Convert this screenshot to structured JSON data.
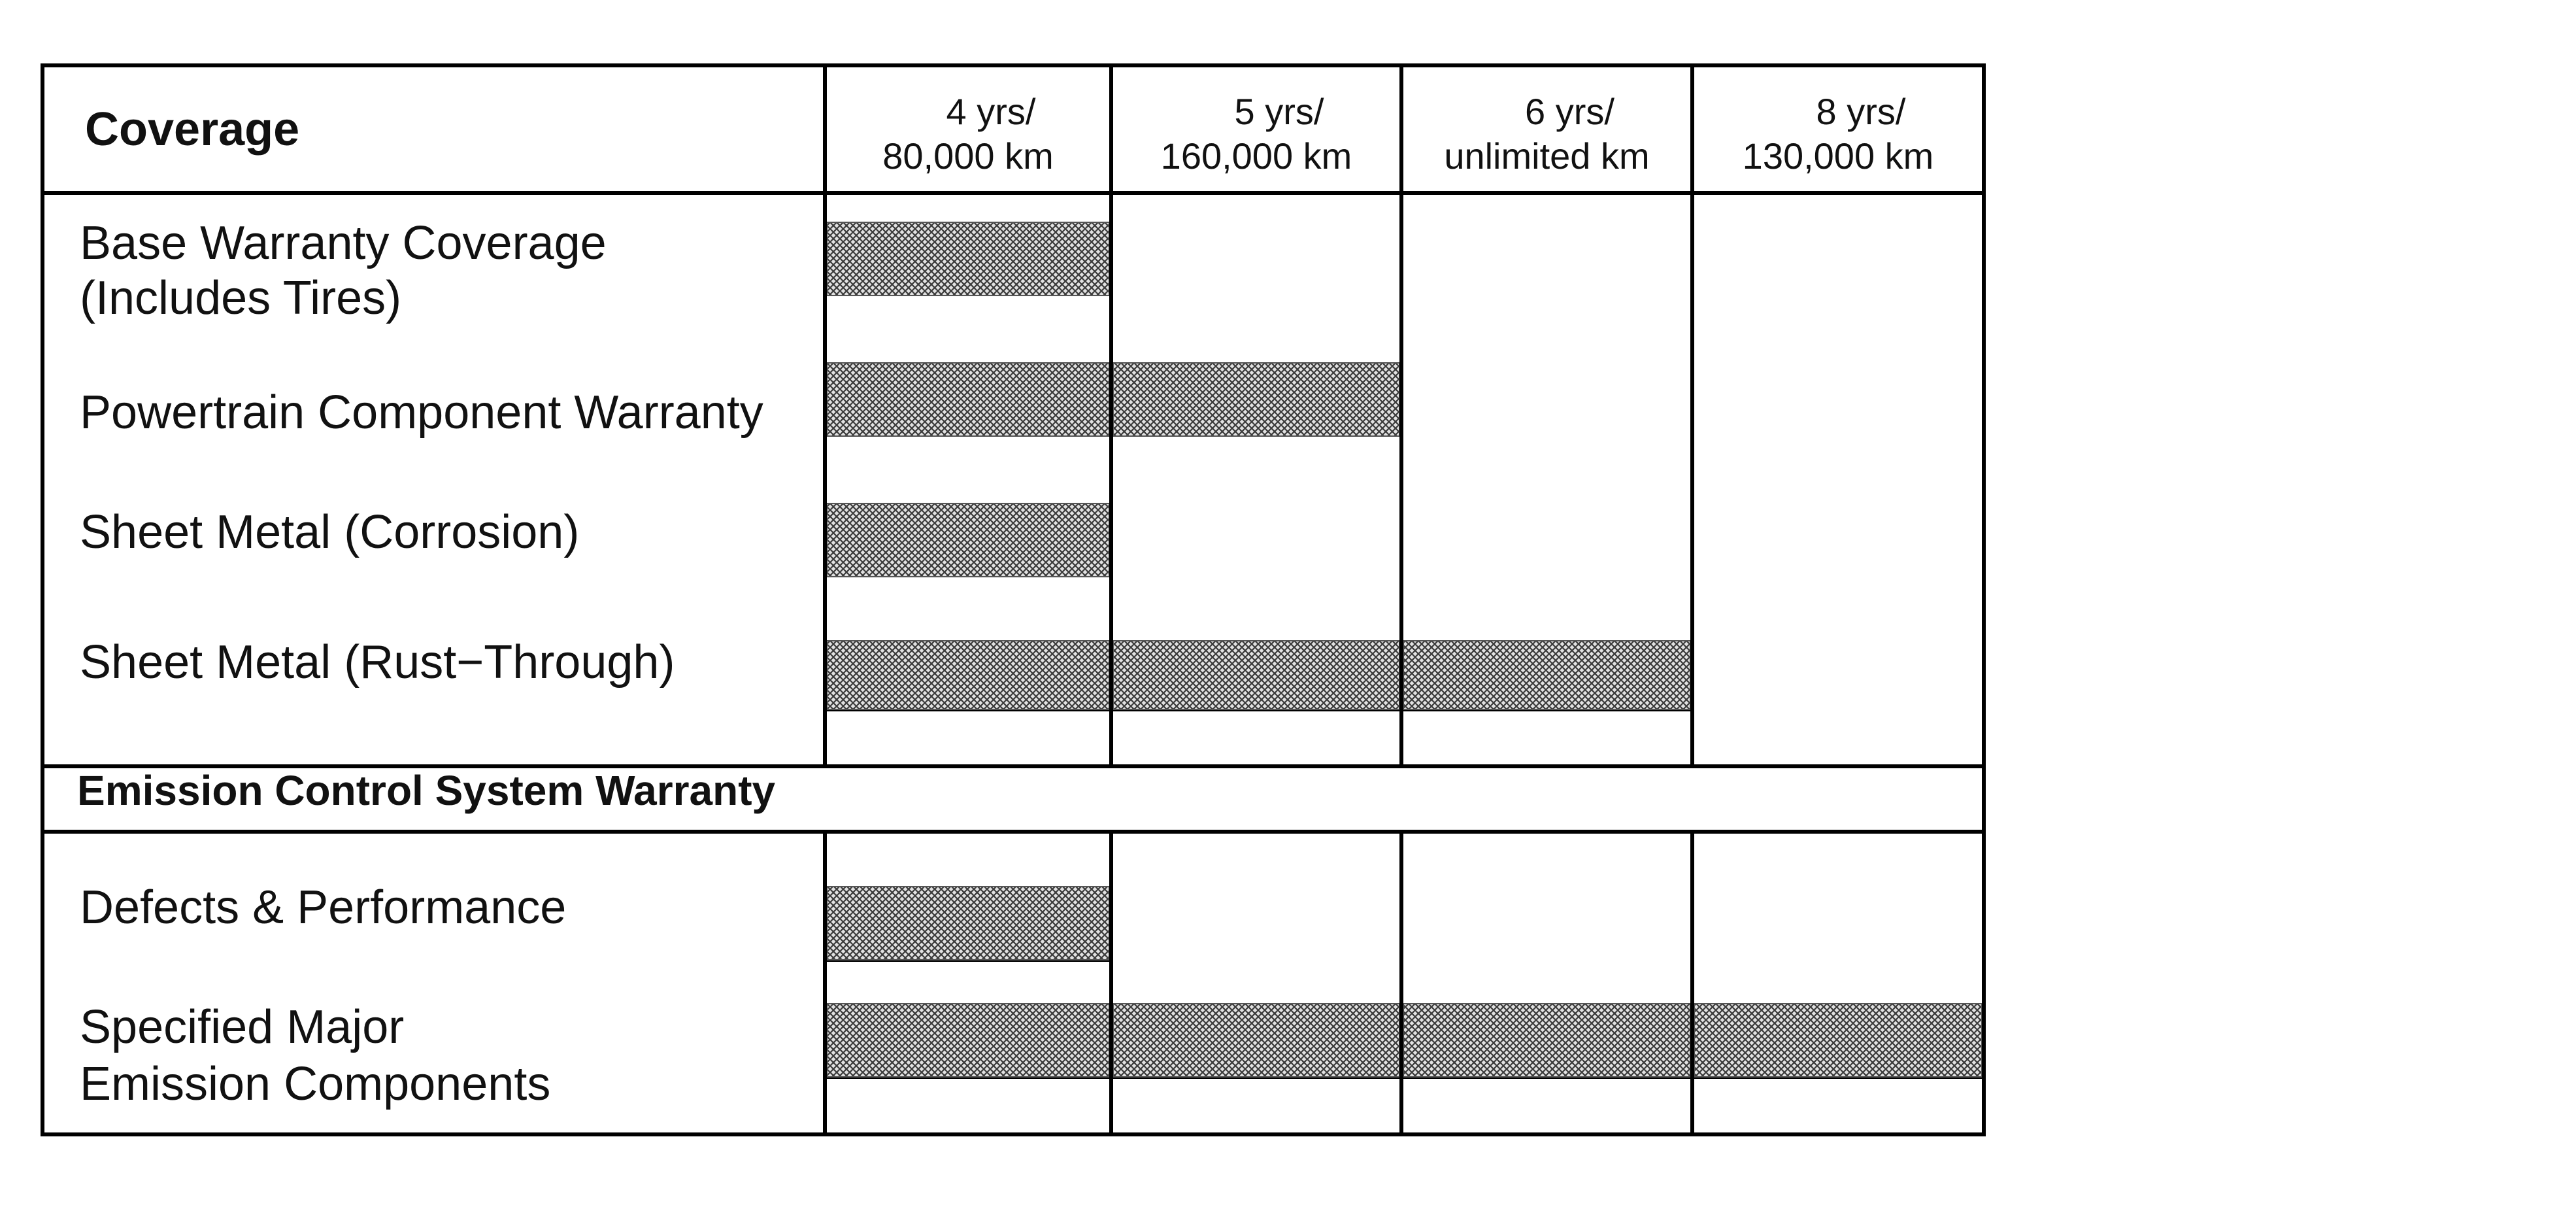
{
  "chart_data": {
    "type": "bar",
    "orientation": "horizontal",
    "title": "",
    "header_label": "Coverage",
    "columns": [
      {
        "line1": "4 yrs/",
        "line2": "80,000 km"
      },
      {
        "line1": "5 yrs/",
        "line2": "160,000 km"
      },
      {
        "line1": "6 yrs/",
        "line2": "unlimited km"
      },
      {
        "line1": "8 yrs/",
        "line2": "130,000 km"
      }
    ],
    "groups": [
      {
        "heading": "",
        "rows": [
          {
            "label_lines": [
              "Base Warranty Coverage",
              "(Includes Tires)"
            ],
            "span": 1
          },
          {
            "label_lines": [
              "Powertrain Component Warranty"
            ],
            "span": 2
          },
          {
            "label_lines": [
              "Sheet Metal (Corrosion)"
            ],
            "span": 1
          },
          {
            "label_lines": [
              "Sheet Metal (Rust−Through)"
            ],
            "span": 3
          }
        ]
      },
      {
        "heading": "Emission Control System Warranty",
        "rows": [
          {
            "label_lines": [
              "Defects & Performance"
            ],
            "span": 1
          },
          {
            "label_lines": [
              "Specified Major",
              "Emission Components"
            ],
            "span": 4
          }
        ]
      }
    ],
    "bar_fill_color": "#8a8a8a",
    "grid_color": "#000000",
    "legend": "none"
  }
}
